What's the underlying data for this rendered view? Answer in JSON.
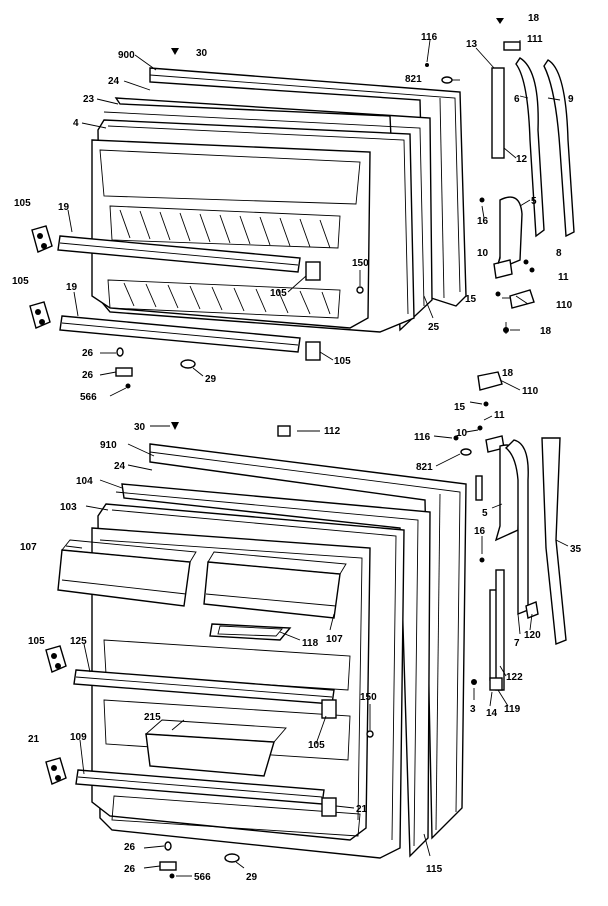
{
  "top_door_labels": {
    "l30a": "30",
    "l900": "900",
    "l24a": "24",
    "l23": "23",
    "l4": "4",
    "l116a": "116",
    "l821a": "821",
    "l13": "13",
    "l111": "111",
    "l18a": "18",
    "l12": "12",
    "l6": "6",
    "l9": "9",
    "l16a": "16",
    "l5a": "5",
    "l10a": "10",
    "l8": "8",
    "l11a": "11",
    "l15a": "15",
    "l110a": "110",
    "l18b": "18",
    "l25": "25",
    "l150a": "150",
    "l105a": "105",
    "l105b": "105",
    "l105c": "105",
    "l105d": "105",
    "l19a": "19",
    "l19b": "19",
    "l26a": "26",
    "l26b": "26",
    "l566a": "566",
    "l29a": "29"
  },
  "bottom_door_labels": {
    "l30b": "30",
    "l112": "112",
    "l116b": "116",
    "l18c": "18",
    "l110b": "110",
    "l15b": "15",
    "l11b": "11",
    "l10b": "10",
    "l910": "910",
    "l24b": "24",
    "l821b": "821",
    "l104": "104",
    "l103": "103",
    "l107a": "107",
    "l107b": "107",
    "l5b": "5",
    "l16b": "16",
    "l35": "35",
    "l118": "118",
    "l7": "7",
    "l120": "120",
    "l122": "122",
    "l125": "125",
    "l105e": "105",
    "l3": "3",
    "l14": "14",
    "l119": "119",
    "l150b": "150",
    "l215": "215",
    "l105f": "105",
    "l21a": "21",
    "l21b": "21",
    "l109": "109",
    "l26c": "26",
    "l26d": "26",
    "l566b": "566",
    "l29b": "29",
    "l115": "115"
  }
}
